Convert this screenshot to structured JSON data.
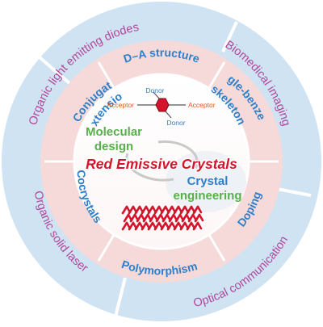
{
  "colors": {
    "outer_ring": "#cfe3f3",
    "outer_divider": "#ffffff",
    "middle_ring": "#f6dada",
    "inner_disc": "#ffffff",
    "outer_text": "#b0479a",
    "middle_text": "#2f7fc8",
    "molecular_design": "#58b04a",
    "crystal_text": "#2f7fc8",
    "crystal_engineering": "#58b04a",
    "center_title": "#d4142a",
    "hexagon": "#d4142a",
    "acceptor_text": "#e35a1e",
    "donor_text": "#2f7fc8",
    "pattern": "#d4142a"
  },
  "outer_ring": {
    "items": [
      {
        "label": "Organic light emitting diodes"
      },
      {
        "label": "Biomedical imaging"
      },
      {
        "label": "Optical communication"
      },
      {
        "label": "Organic solid laser"
      }
    ]
  },
  "middle_ring": {
    "items": [
      {
        "label": "D–A structure"
      },
      {
        "label": "Single-benzene skeleton"
      },
      {
        "label": "Doping"
      },
      {
        "label": "Polymorphism"
      },
      {
        "label": "Cocrystals"
      },
      {
        "label": "π-Conjugation extension"
      }
    ]
  },
  "center": {
    "title": "Red Emissive Crystals",
    "molecular_design": {
      "line1": "Molecular",
      "line2": "design"
    },
    "crystal_engineering": {
      "line1": "Crystal",
      "line2": "engineering"
    },
    "molecule": {
      "donor_top": "Donor",
      "donor_bottom": "Donor",
      "acceptor_left": "Acceptor",
      "acceptor_right": "Acceptor"
    }
  }
}
